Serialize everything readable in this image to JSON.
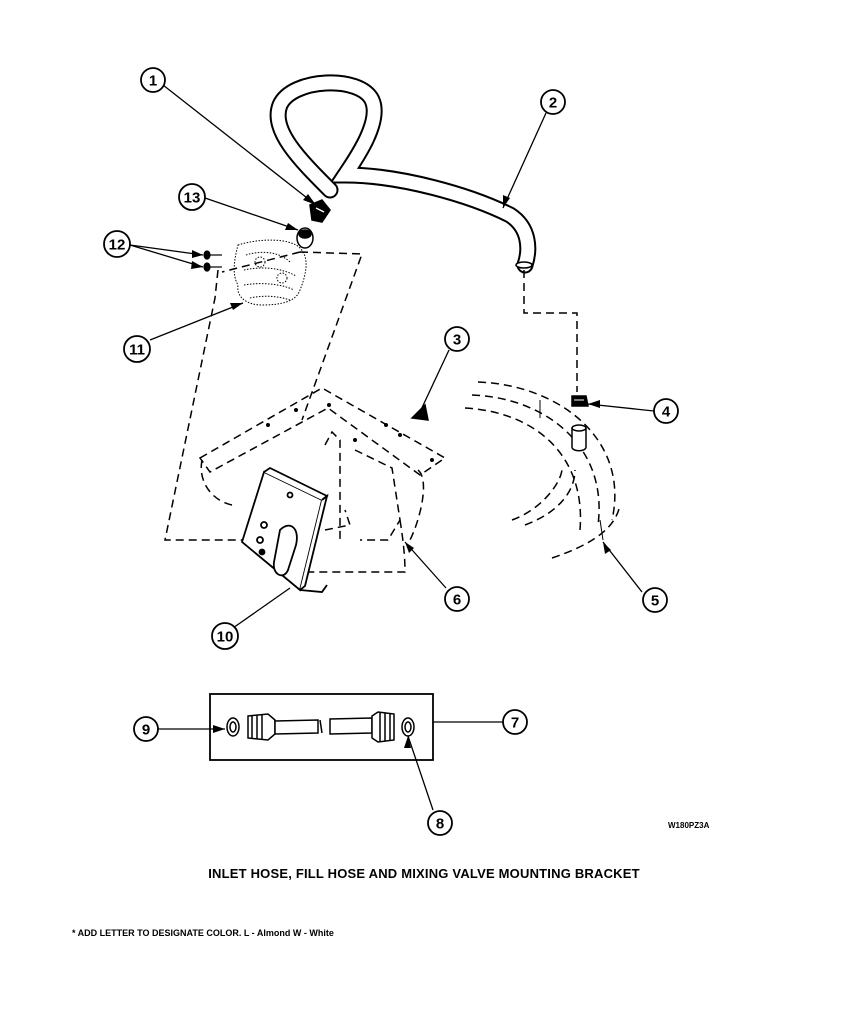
{
  "diagram": {
    "callouts": [
      {
        "id": "c1",
        "label": "1"
      },
      {
        "id": "c2",
        "label": "2"
      },
      {
        "id": "c3",
        "label": "3"
      },
      {
        "id": "c4",
        "label": "4"
      },
      {
        "id": "c5",
        "label": "5"
      },
      {
        "id": "c6",
        "label": "6"
      },
      {
        "id": "c7",
        "label": "7"
      },
      {
        "id": "c8",
        "label": "8"
      },
      {
        "id": "c9",
        "label": "9"
      },
      {
        "id": "c10",
        "label": "10"
      },
      {
        "id": "c11",
        "label": "11"
      },
      {
        "id": "c12",
        "label": "12"
      },
      {
        "id": "c13",
        "label": "13"
      }
    ],
    "drawing_code": "W180PZ3A",
    "caption": "INLET HOSE, FILL HOSE AND MIXING VALVE MOUNTING BRACKET",
    "note": "* ADD LETTER TO DESIGNATE COLOR.  L - Almond  W - White"
  }
}
